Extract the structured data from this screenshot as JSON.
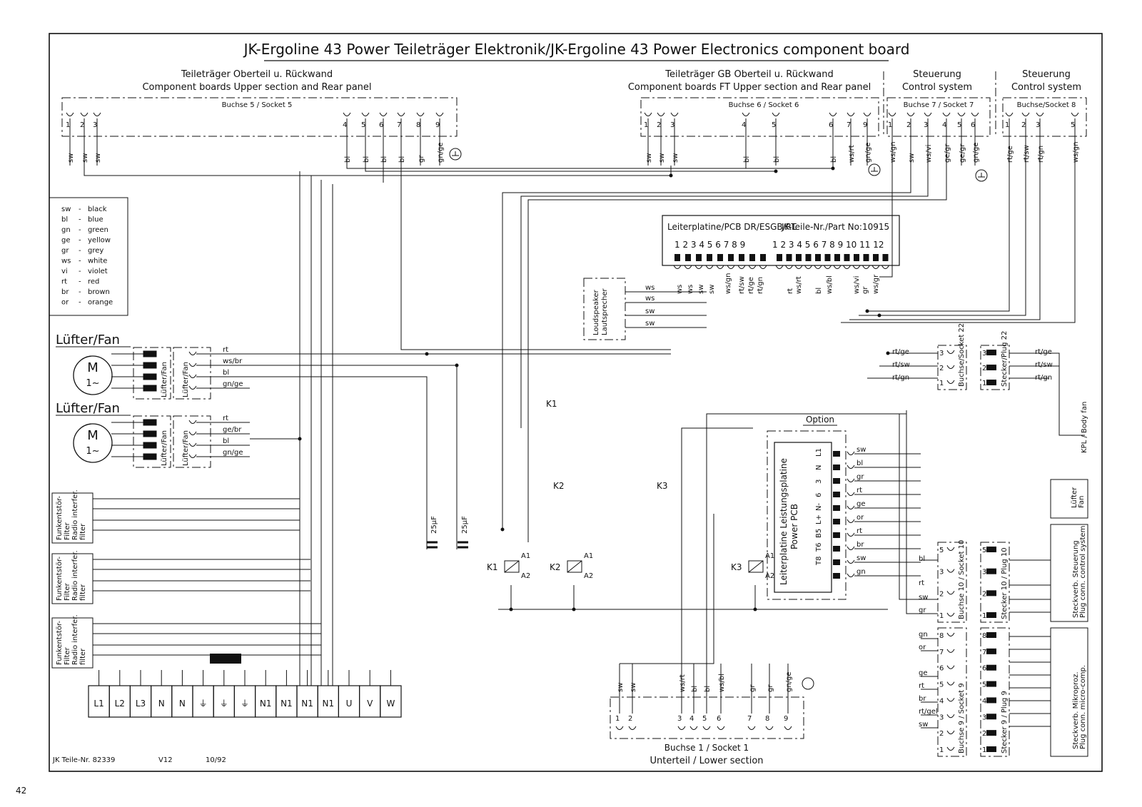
{
  "title": "JK-Ergoline 43 Power Teileträger Elektronik/JK-Ergoline 43 Power Electronics component board",
  "page_number": "42",
  "footer": {
    "part_no": "JK Teile-Nr. 82339",
    "version": "V12",
    "date": "10/92"
  },
  "top_groups": [
    {
      "line1": "Teileträger Oberteil u. Rückwand",
      "line2": "Component boards Upper section and Rear panel",
      "socket": "Buchse 5 / Socket 5"
    },
    {
      "line1": "Teileträger GB Oberteil u. Rückwand",
      "line2": "Component boards FT Upper section and Rear panel",
      "socket": "Buchse 6 / Socket 6"
    },
    {
      "line1": "Steuerung",
      "line2": "Control system",
      "socket": "Buchse 7 / Socket 7"
    },
    {
      "line1": "Steuerung",
      "line2": "Control system",
      "socket": "Buchse/Socket 8"
    }
  ],
  "legend": [
    {
      "code": "sw",
      "name": "black"
    },
    {
      "code": "bl",
      "name": "blue"
    },
    {
      "code": "gn",
      "name": "green"
    },
    {
      "code": "ge",
      "name": "yellow"
    },
    {
      "code": "gr",
      "name": "grey"
    },
    {
      "code": "ws",
      "name": "white"
    },
    {
      "code": "vi",
      "name": "violet"
    },
    {
      "code": "rt",
      "name": "red"
    },
    {
      "code": "br",
      "name": "brown"
    },
    {
      "code": "or",
      "name": "orange"
    }
  ],
  "fan_title": "Lüfter/Fan",
  "fan_plug_label": "Lüfter/Fan",
  "motor": {
    "letter": "M",
    "phase": "1~"
  },
  "fan1_wires": [
    "rt",
    "ws/br",
    "bl",
    "gn/ge"
  ],
  "fan2_wires": [
    "rt",
    "ge/br",
    "bl",
    "gn/ge"
  ],
  "filter_label": [
    "Funkentstör-",
    "Filter",
    "Radio interfer.",
    "filter"
  ],
  "pcb": {
    "label": "Leiterplatine/PCB DR/ESGB/RL",
    "part": "JK-Teile-Nr./Part No:10915",
    "pins_a": "1 2 3 4 5 6 7 8 9",
    "pins_b": "1 2 3 4 5 6 7 8 9 10 11 12"
  },
  "speaker": {
    "line1": "Loudspeaker",
    "line2": "Lautsprecher"
  },
  "speaker_wires": [
    "ws",
    "ws",
    "sw",
    "sw"
  ],
  "option": "Option",
  "power_pcb": {
    "line1": "Leiterplatine Leistungsplatine",
    "line2": "Power PCB",
    "pins": [
      "L1",
      "N",
      "3",
      "6",
      "N-",
      "L+",
      "B5",
      "T6",
      "T8"
    ]
  },
  "power_wires": [
    "sw",
    "bl",
    "gr",
    "rt",
    "ge",
    "or",
    "rt",
    "br",
    "sw",
    "gn"
  ],
  "relays": [
    "K1",
    "K2",
    "K3"
  ],
  "capacitor": "25µF",
  "socket10": "Buchse 10 / Socket 10",
  "plug10": "Stecker 10 / Plug 10",
  "socket9": "Buchse 9 / Socket 9",
  "plug9": "Stecker 9 / Plug 9",
  "socket22": "Buchse/Socket 22",
  "plug22": "Stecker/Plug 22",
  "body_fan": "KPL / Body fan",
  "luefter_fan": [
    "Lüfter",
    "Fan"
  ],
  "steuer_box": [
    "Steckverb. Steuerung",
    "Plug conn. control system"
  ],
  "micro_box": [
    "Steckverb. Mikroproz.",
    "Plug conn. micro-comp."
  ],
  "terminals": [
    "L1",
    "L2",
    "L3",
    "N",
    "N",
    "⏚",
    "⏚",
    "⏚",
    "N1",
    "N1",
    "N1",
    "N1",
    "U",
    "V",
    "W"
  ],
  "lower": {
    "socket": "Buchse 1 / Socket 1",
    "label": "Unterteil / Lower section"
  },
  "lower_wires": [
    "sw",
    "sw",
    "ws/rt",
    "bl",
    "bl",
    "ws/bl",
    "gr",
    "gr",
    "gn/ge"
  ]
}
